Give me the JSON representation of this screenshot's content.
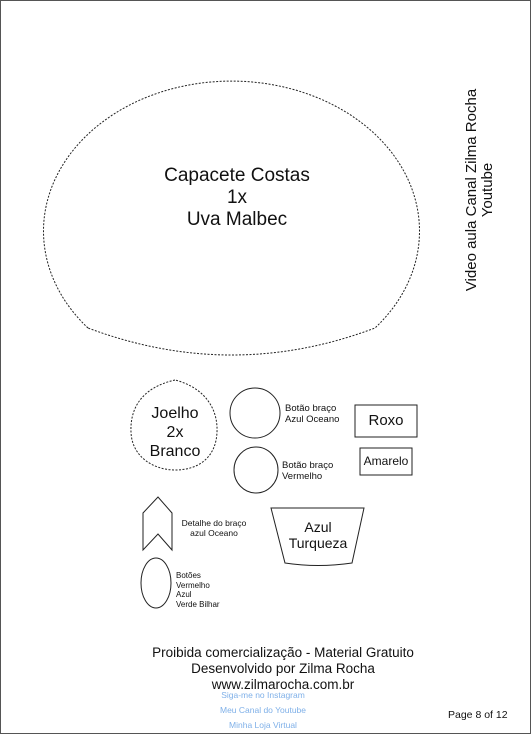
{
  "helmet": {
    "line1": "Capacete Costas",
    "line2": "1x",
    "line3": "Uva Malbec"
  },
  "side_text": {
    "line1": "Video aula Canal Zilma Rocha",
    "line2": "Youtube"
  },
  "knee": {
    "line1": "Joelho",
    "line2": "2x",
    "line3": "Branco"
  },
  "button_ocean": {
    "line1": "Botão braço",
    "line2": "Azul Oceano"
  },
  "button_red": {
    "line1": "Botão braço",
    "line2": "Vermelho"
  },
  "roxo_label": "Roxo",
  "amarelo_label": "Amarelo",
  "arm_detail": {
    "line1": "Detalhe do braço",
    "line2": "azul Oceano"
  },
  "turquoise": {
    "line1": "Azul",
    "line2": "Turqueza"
  },
  "buttons_list": {
    "line1": "Botões",
    "line2": "Vermelho",
    "line3": "Azul",
    "line4": "Verde Bilhar"
  },
  "footer": {
    "line1": "Proibida comercialização - Material Gratuito",
    "line2": "Desenvolvido por Zilma Rocha",
    "line3": "www.zilmarocha.com.br"
  },
  "links": {
    "instagram": "Siga-me no Instagram",
    "youtube": "Meu Canal do Youtube",
    "store": "Minha Loja Virtual"
  },
  "page_number": "Page 8 of 12"
}
